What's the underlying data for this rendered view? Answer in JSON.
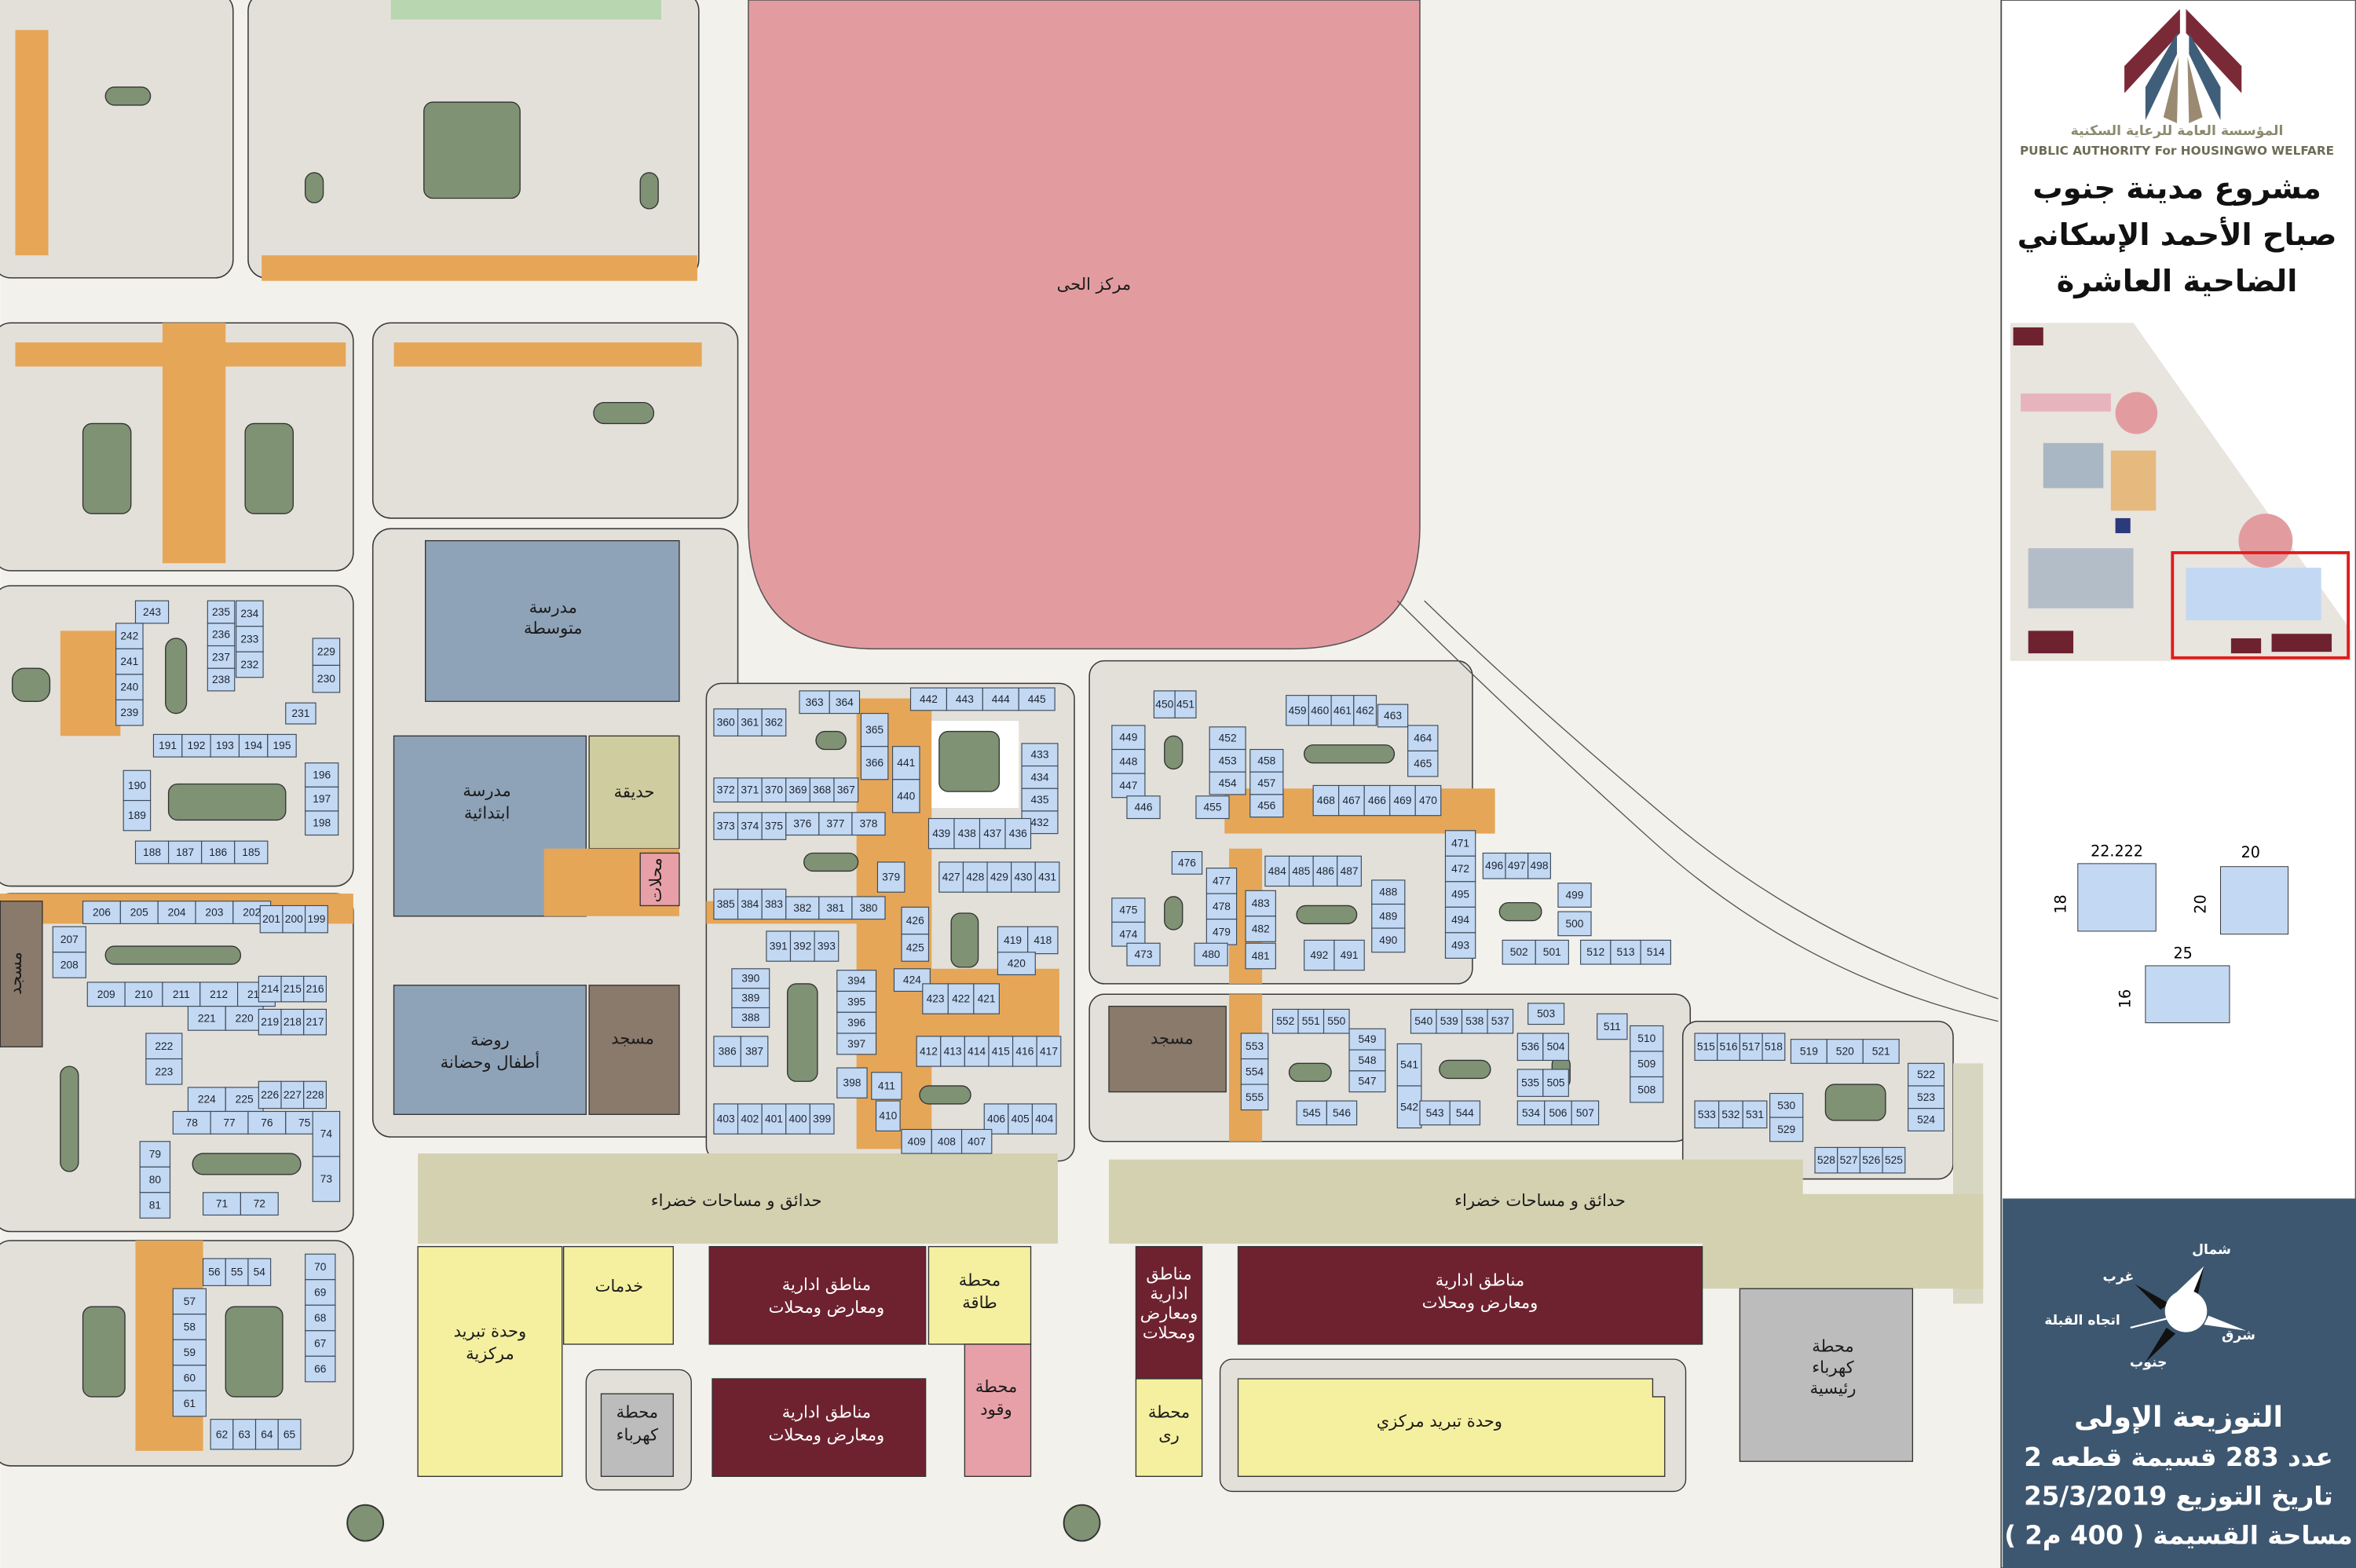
{
  "header": {
    "authority_ar": "المؤسسة العامة للرعاية السكنية",
    "authority_en": "PUBLIC AUTHORITY For HOUSINGWO WELFARE",
    "title_lines": [
      "مشروع مدينة جنوب",
      "صباح الأحمد الإسكاني",
      "الضاحية العاشرة"
    ]
  },
  "legend": {
    "plot_sizes": [
      {
        "width": "22.222",
        "depth": "18"
      },
      {
        "width": "20",
        "depth": "20"
      },
      {
        "width": "25",
        "depth": "16"
      }
    ]
  },
  "compass": {
    "north": "شمال",
    "west": "غرب",
    "east": "شرق",
    "south": "جنوب",
    "qibla": "اتجاه القبلة"
  },
  "info": {
    "line1": "التوزيعة الإولى",
    "line2": "عدد 283 قسيمة قطعه 2",
    "line3": "تاريخ التوزيع 25/3/2019",
    "line4": "مساحة القسيمة ( 400 م2 )"
  },
  "colors": {
    "sidebar_dark": "#3e5770",
    "plot": "#c3d8f2",
    "commercial": "#6e2230",
    "neighborhood_center": "#e29ca0",
    "highlight": "#e01b1b"
  },
  "areas": {
    "neighborhood_center": "مركز الحى",
    "intermediate_school": [
      "مدرسة",
      "متوسطة"
    ],
    "primary_school": [
      "مدرسة",
      "ابتدائية"
    ],
    "garden": "حديقة",
    "shops": "محلات",
    "kindergarten": [
      "روضة",
      "أطفال وحضانة"
    ],
    "mosque": "مسجد",
    "green_spaces": "حدائق و مساحات خضراء",
    "cooling_unit": [
      "وحدة تبريد",
      "مركزية"
    ],
    "services": "خدمات",
    "admin_commercial": [
      "مناطق ادارية",
      "ومعارض ومحلات"
    ],
    "admin_commercial_tall": [
      "مناطق",
      "ادارية",
      "ومعارض",
      "ومحلات"
    ],
    "power_station": [
      "محطة",
      "طاقة"
    ],
    "fuel_station": [
      "محطة",
      "وقود"
    ],
    "electric_station": [
      "محطة",
      "كهرباء"
    ],
    "irrigation_station": [
      "محطة",
      "رى"
    ],
    "central_cooling_unit": "وحدة تبريد مركزي",
    "main_electric_station": [
      "محطة",
      "كهرباء",
      "رئيسية"
    ]
  },
  "plots": [
    [
      "363",
      "364"
    ],
    [
      "360",
      "361",
      "362"
    ],
    [
      "365",
      "366"
    ],
    [
      "441",
      "440"
    ],
    [
      "442",
      "443",
      "444",
      "445"
    ],
    [
      "433",
      "434",
      "435",
      "432"
    ],
    [
      "372",
      "371",
      "370",
      "369",
      "368",
      "367"
    ],
    [
      "373",
      "374",
      "375"
    ],
    [
      "376",
      "377",
      "378"
    ],
    [
      "439",
      "438",
      "437",
      "436"
    ],
    [
      "379"
    ],
    [
      "427",
      "428",
      "429",
      "430",
      "431"
    ],
    [
      "385",
      "384",
      "383"
    ],
    [
      "382",
      "381",
      "380"
    ],
    [
      "391",
      "392",
      "393"
    ],
    [
      "426",
      "425"
    ],
    [
      "419",
      "418"
    ],
    [
      "420"
    ],
    [
      "424"
    ],
    [
      "390",
      "389",
      "388"
    ],
    [
      "394",
      "395",
      "396",
      "397"
    ],
    [
      "398"
    ],
    [
      "423",
      "422",
      "421"
    ],
    [
      "386",
      "387"
    ],
    [
      "412",
      "413",
      "414",
      "415",
      "416",
      "417"
    ],
    [
      "411"
    ],
    [
      "410"
    ],
    [
      "403",
      "402",
      "401",
      "400",
      "399"
    ],
    [
      "406",
      "405",
      "404"
    ],
    [
      "409",
      "408",
      "407"
    ],
    [
      "450",
      "451"
    ],
    [
      "449",
      "448",
      "447"
    ],
    [
      "446"
    ],
    [
      "452",
      "453",
      "454"
    ],
    [
      "455"
    ],
    [
      "458",
      "457",
      "456"
    ],
    [
      "459",
      "460",
      "461",
      "462"
    ],
    [
      "463"
    ],
    [
      "464",
      "465"
    ],
    [
      "468",
      "467",
      "466",
      "469",
      "470"
    ],
    [
      "476"
    ],
    [
      "477",
      "478",
      "479"
    ],
    [
      "480"
    ],
    [
      "475",
      "474"
    ],
    [
      "473"
    ],
    [
      "484",
      "485",
      "486",
      "487"
    ],
    [
      "483",
      "482"
    ],
    [
      "481"
    ],
    [
      "488",
      "489",
      "490"
    ],
    [
      "492",
      "491"
    ],
    [
      "471",
      "472",
      "495",
      "494",
      "493"
    ],
    [
      "496",
      "497",
      "498"
    ],
    [
      "499"
    ],
    [
      "500"
    ],
    [
      "502",
      "501"
    ],
    [
      "512",
      "513",
      "514"
    ],
    [
      "553",
      "554",
      "555"
    ],
    [
      "552",
      "551",
      "550"
    ],
    [
      "549",
      "548",
      "547"
    ],
    [
      "545",
      "546"
    ],
    [
      "540",
      "539",
      "538",
      "537"
    ],
    [
      "541",
      "542"
    ],
    [
      "543",
      "544"
    ],
    [
      "503"
    ],
    [
      "536",
      "504"
    ],
    [
      "535",
      "505"
    ],
    [
      "534",
      "506",
      "507"
    ],
    [
      "511"
    ],
    [
      "510",
      "509",
      "508"
    ],
    [
      "515",
      "516",
      "517",
      "518"
    ],
    [
      "519",
      "520",
      "521"
    ],
    [
      "522",
      "523",
      "524"
    ],
    [
      "533",
      "532",
      "531"
    ],
    [
      "530",
      "529"
    ],
    [
      "528",
      "527",
      "526",
      "525"
    ],
    [
      "243"
    ],
    [
      "242",
      "241",
      "240",
      "239"
    ],
    [
      "235",
      "236",
      "237",
      "238"
    ],
    [
      "234",
      "233",
      "232"
    ],
    [
      "229",
      "230"
    ],
    [
      "231"
    ],
    [
      "191",
      "192",
      "193",
      "194",
      "195"
    ],
    [
      "190",
      "189"
    ],
    [
      "196",
      "197",
      "198"
    ],
    [
      "188",
      "187",
      "186",
      "185"
    ],
    [
      "206",
      "205",
      "204",
      "203",
      "202"
    ],
    [
      "201",
      "200",
      "199"
    ],
    [
      "207",
      "208"
    ],
    [
      "209",
      "210",
      "211",
      "212",
      "213"
    ],
    [
      "214",
      "215",
      "216"
    ],
    [
      "221",
      "220"
    ],
    [
      "219",
      "218",
      "217"
    ],
    [
      "222",
      "223"
    ],
    [
      "224",
      "225"
    ],
    [
      "226",
      "227",
      "228"
    ],
    [
      "78",
      "77",
      "76",
      "75"
    ],
    [
      "74",
      "73"
    ],
    [
      "79",
      "80",
      "81"
    ],
    [
      "71",
      "72"
    ],
    [
      "56",
      "55",
      "54"
    ],
    [
      "70",
      "69",
      "68",
      "67",
      "66"
    ],
    [
      "57",
      "58",
      "59",
      "60",
      "61"
    ],
    [
      "62",
      "63",
      "64",
      "65"
    ]
  ]
}
